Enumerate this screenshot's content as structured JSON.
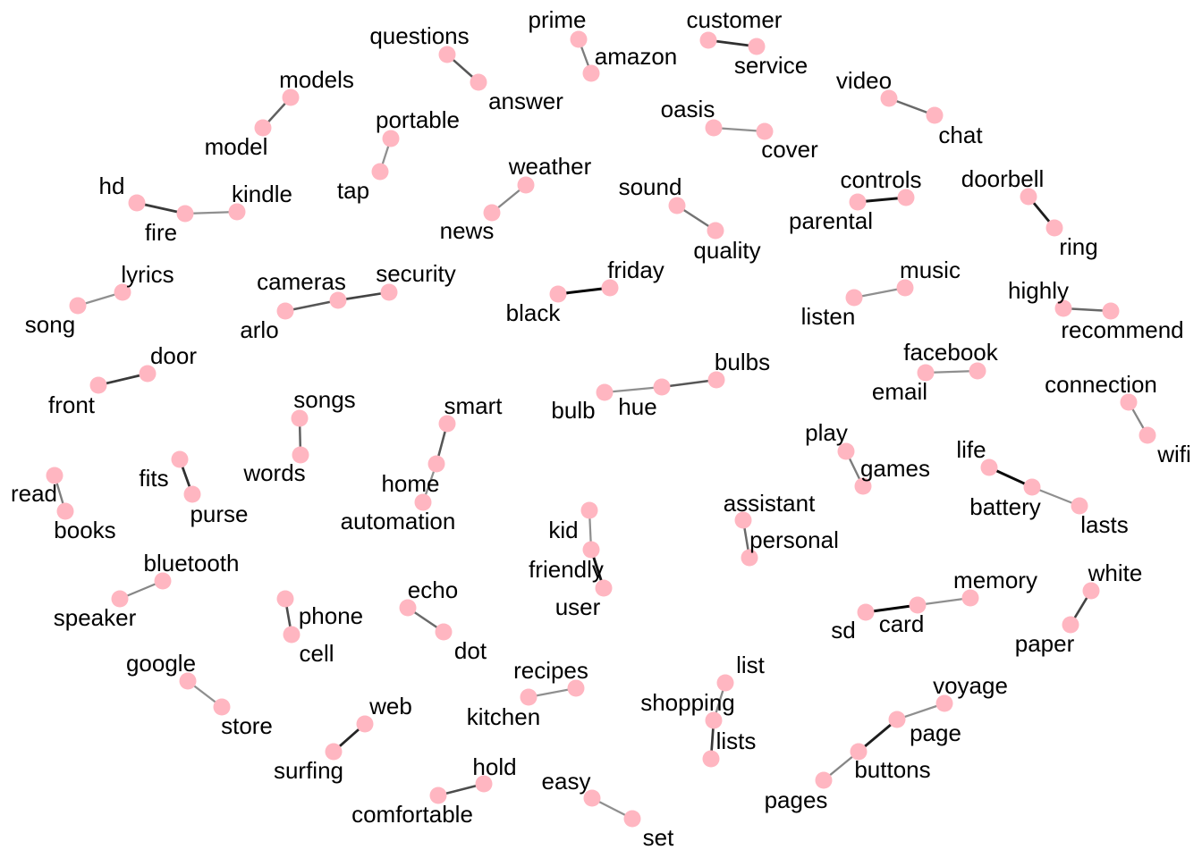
{
  "node_color": "#ffb6c1",
  "edge_color_strong": "#000000",
  "edge_color_weak": "#bfbfbf",
  "edges": [
    {
      "source": "prime",
      "target": "amazon",
      "strength": 0.35
    },
    {
      "source": "customer",
      "target": "service",
      "strength": 0.75
    },
    {
      "source": "questions",
      "target": "answer",
      "strength": 0.55
    },
    {
      "source": "model",
      "target": "models",
      "strength": 0.5
    },
    {
      "source": "portable",
      "target": "tap",
      "strength": 0.25
    },
    {
      "source": "video",
      "target": "chat",
      "strength": 0.45
    },
    {
      "source": "oasis",
      "target": "cover",
      "strength": 0.25
    },
    {
      "source": "hd",
      "target": "fire",
      "strength": 0.7
    },
    {
      "source": "fire",
      "target": "kindle",
      "strength": 0.25
    },
    {
      "source": "weather",
      "target": "news",
      "strength": 0.3
    },
    {
      "source": "sound",
      "target": "quality",
      "strength": 0.4
    },
    {
      "source": "controls",
      "target": "parental",
      "strength": 0.9
    },
    {
      "source": "doorbell",
      "target": "ring",
      "strength": 0.85
    },
    {
      "source": "lyrics",
      "target": "song",
      "strength": 0.25
    },
    {
      "source": "arlo",
      "target": "cameras",
      "strength": 0.55
    },
    {
      "source": "cameras",
      "target": "security",
      "strength": 0.65
    },
    {
      "source": "black",
      "target": "friday",
      "strength": 1.0
    },
    {
      "source": "music",
      "target": "listen",
      "strength": 0.25
    },
    {
      "source": "highly",
      "target": "recommend",
      "strength": 0.45
    },
    {
      "source": "front",
      "target": "door",
      "strength": 0.7
    },
    {
      "source": "email",
      "target": "facebook",
      "strength": 0.25
    },
    {
      "source": "bulb",
      "target": "hue",
      "strength": 0.25
    },
    {
      "source": "hue",
      "target": "bulbs",
      "strength": 0.55
    },
    {
      "source": "connection",
      "target": "wifi",
      "strength": 0.3
    },
    {
      "source": "songs",
      "target": "words",
      "strength": 0.5
    },
    {
      "source": "smart",
      "target": "home",
      "strength": 0.55
    },
    {
      "source": "home",
      "target": "automation",
      "strength": 0.25
    },
    {
      "source": "fits",
      "target": "purse",
      "strength": 0.75
    },
    {
      "source": "play",
      "target": "games",
      "strength": 0.35
    },
    {
      "source": "life",
      "target": "battery",
      "strength": 0.95
    },
    {
      "source": "battery",
      "target": "lasts",
      "strength": 0.25
    },
    {
      "source": "read",
      "target": "books",
      "strength": 0.35
    },
    {
      "source": "kid",
      "target": "friendly",
      "strength": 0.25
    },
    {
      "source": "friendly",
      "target": "user",
      "strength": 0.9
    },
    {
      "source": "assistant",
      "target": "personal",
      "strength": 0.45
    },
    {
      "source": "bluetooth",
      "target": "speaker",
      "strength": 0.3
    },
    {
      "source": "phone",
      "target": "cell",
      "strength": 0.6
    },
    {
      "source": "echo",
      "target": "dot",
      "strength": 0.45
    },
    {
      "source": "sd",
      "target": "card",
      "strength": 1.0
    },
    {
      "source": "card",
      "target": "memory",
      "strength": 0.25
    },
    {
      "source": "white",
      "target": "paper",
      "strength": 0.65
    },
    {
      "source": "google",
      "target": "store",
      "strength": 0.25
    },
    {
      "source": "recipes",
      "target": "kitchen",
      "strength": 0.25
    },
    {
      "source": "list",
      "target": "shopping",
      "strength": 0.3
    },
    {
      "source": "shopping",
      "target": "lists",
      "strength": 0.7
    },
    {
      "source": "web",
      "target": "surfing",
      "strength": 0.8
    },
    {
      "source": "voyage",
      "target": "page",
      "strength": 0.25
    },
    {
      "source": "page",
      "target": "buttons",
      "strength": 0.85
    },
    {
      "source": "buttons",
      "target": "pages",
      "strength": 0.3
    },
    {
      "source": "hold",
      "target": "comfortable",
      "strength": 0.6
    },
    {
      "source": "easy",
      "target": "set",
      "strength": 0.25
    }
  ]
}
